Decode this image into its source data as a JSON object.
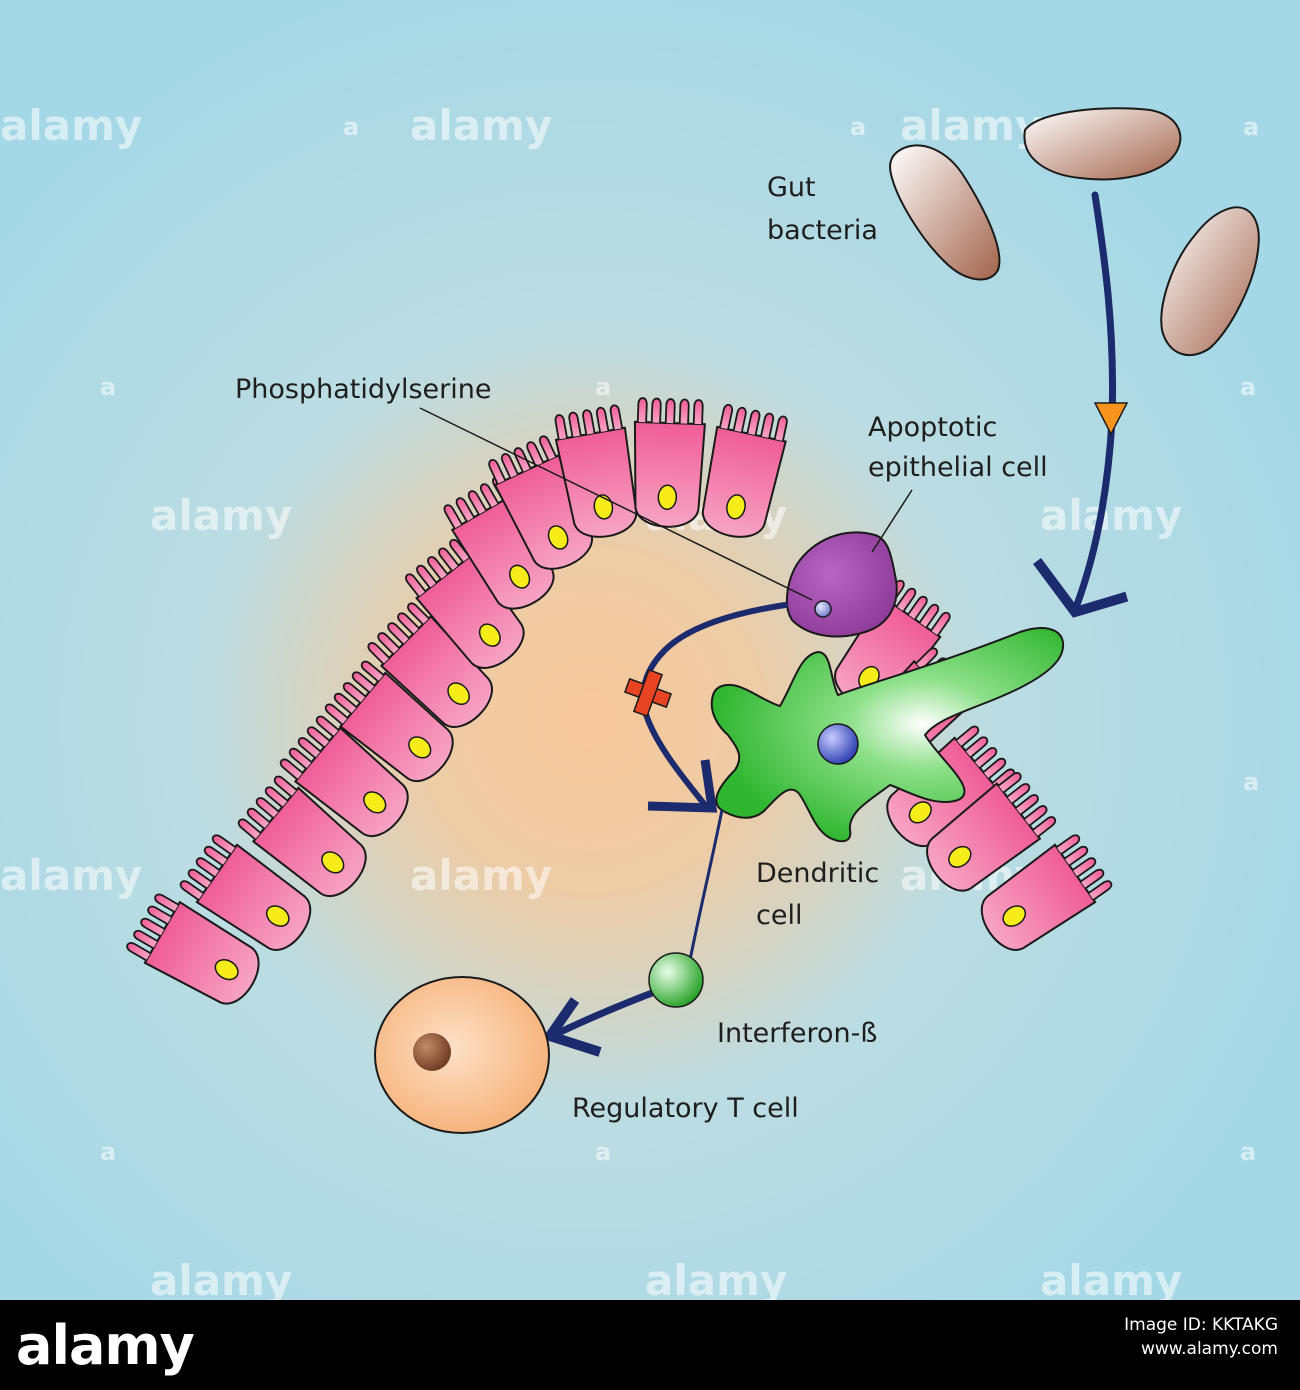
{
  "labels": {
    "gut_bacteria_1": "Gut",
    "gut_bacteria_2": "bacteria",
    "phosphatidylserine": "Phosphatidylserine",
    "apoptotic_1": "Apoptotic",
    "apoptotic_2": "epithelial cell",
    "dendritic_1": "Dendritic",
    "dendritic_2": "cell",
    "interferon": "Interferon-ß",
    "regulatory": "Regulatory T cell"
  },
  "watermark": {
    "word": "alamy",
    "letter": "a"
  },
  "footer": {
    "logo": "alamy",
    "image_id": "Image ID: KKTAKG",
    "url": "www.alamy.com"
  },
  "colors": {
    "background_outer": "#a8dbe8",
    "background_center": "#f7c79a",
    "epithelial_cell": "#e8508c",
    "nucleus": "#f5ec1a",
    "apoptotic_cell": "#8e3c9a",
    "dendritic_cell": "#2fb52f",
    "bacteria": "#a56a52",
    "regulatory_t_cell": "#f7b880",
    "arrow": "#1c2a6e",
    "inhibition_mark": "#e84323",
    "signal_marker": "#f7941d"
  },
  "icons": [
    "inhibition-x-icon",
    "triangle-marker-icon"
  ]
}
